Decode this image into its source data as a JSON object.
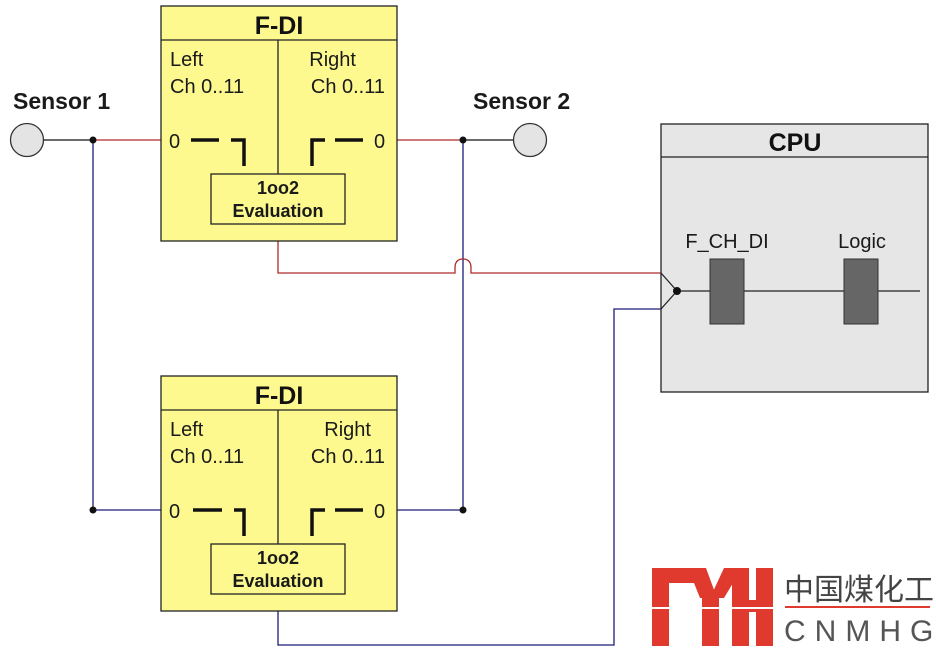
{
  "colors": {
    "module_fill": "#fdf98f",
    "cpu_fill": "#e6e6e6",
    "block_fill": "#666666",
    "wire_red": "#b22a2a",
    "wire_blue": "#1c1c7a",
    "wire_black": "#111111",
    "sensor_fill": "#e4e4e4",
    "logo_red": "#e03a2f"
  },
  "sensors": [
    {
      "label": "Sensor 1"
    },
    {
      "label": "Sensor 2"
    }
  ],
  "modules": [
    {
      "title": "F-DI",
      "left": {
        "label": "Left",
        "channels": "Ch 0..11",
        "input": "0"
      },
      "right": {
        "label": "Right",
        "channels": "Ch 0..11",
        "input": "0"
      },
      "evaluation": {
        "line1": "1oo2",
        "line2": "Evaluation"
      }
    },
    {
      "title": "F-DI",
      "left": {
        "label": "Left",
        "channels": "Ch 0..11",
        "input": "0"
      },
      "right": {
        "label": "Right",
        "channels": "Ch 0..11",
        "input": "0"
      },
      "evaluation": {
        "line1": "1oo2",
        "line2": "Evaluation"
      }
    }
  ],
  "cpu": {
    "title": "CPU",
    "blocks": [
      {
        "label": "F_CH_DI"
      },
      {
        "label": "Logic"
      }
    ]
  },
  "logo": {
    "mark": "MH",
    "chinese": "中国煤化工",
    "latin": "CNMHG"
  }
}
